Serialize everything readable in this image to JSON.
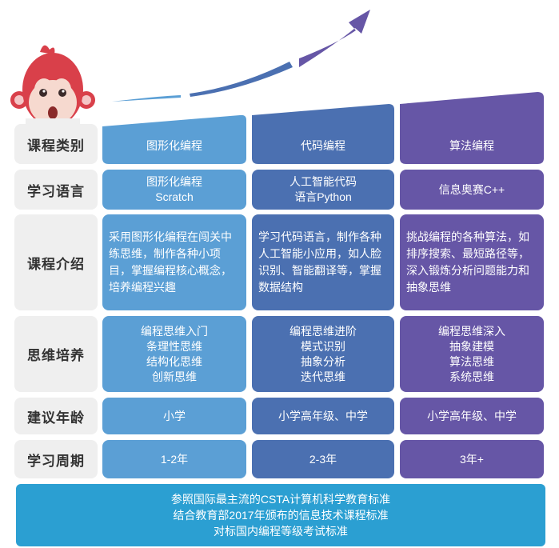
{
  "row_labels": [
    "课程类别",
    "学习语言",
    "课程介绍",
    "思维培养",
    "建议年龄",
    "学习周期"
  ],
  "columns": [
    {
      "category": "图形化编程",
      "language": [
        "图形化编程",
        "Scratch"
      ],
      "intro": "采用图形化编程在闯关中练思维，制作各种小项目，掌握编程核心概念，培养编程兴趣",
      "thinking": [
        "编程思维入门",
        "条理性思维",
        "结构化思维",
        "创新思维"
      ],
      "age": "小学",
      "period": "1-2年"
    },
    {
      "category": "代码编程",
      "language": [
        "人工智能代码",
        "语言Python"
      ],
      "intro": "学习代码语言，制作各种人工智能小应用，如人脸识别、智能翻译等，掌握数据结构",
      "thinking": [
        "编程思维进阶",
        "模式识别",
        "抽象分析",
        "迭代思维"
      ],
      "age": "小学高年级、中学",
      "period": "2-3年"
    },
    {
      "category": "算法编程",
      "language": [
        "信息奥赛C++"
      ],
      "intro": "挑战编程的各种算法，如排序搜索、最短路径等，深入锻炼分析问题能力和抽象思维",
      "thinking": [
        "编程思维深入",
        "抽象建模",
        "算法思维",
        "系统思维"
      ],
      "age": "小学高年级、中学",
      "period": "3年+"
    }
  ],
  "banner": [
    "参照国际最主流的CSTA计算机科学教育标准",
    "结合教育部2017年颁布的信息技术课程标准",
    "对标国内编程等级考试标准"
  ],
  "colors": {
    "col1": "#5b9fd5",
    "col2": "#4b70b1",
    "col3": "#6656a6",
    "banner": "#2b9fd2",
    "label_bg": "#efefef"
  }
}
